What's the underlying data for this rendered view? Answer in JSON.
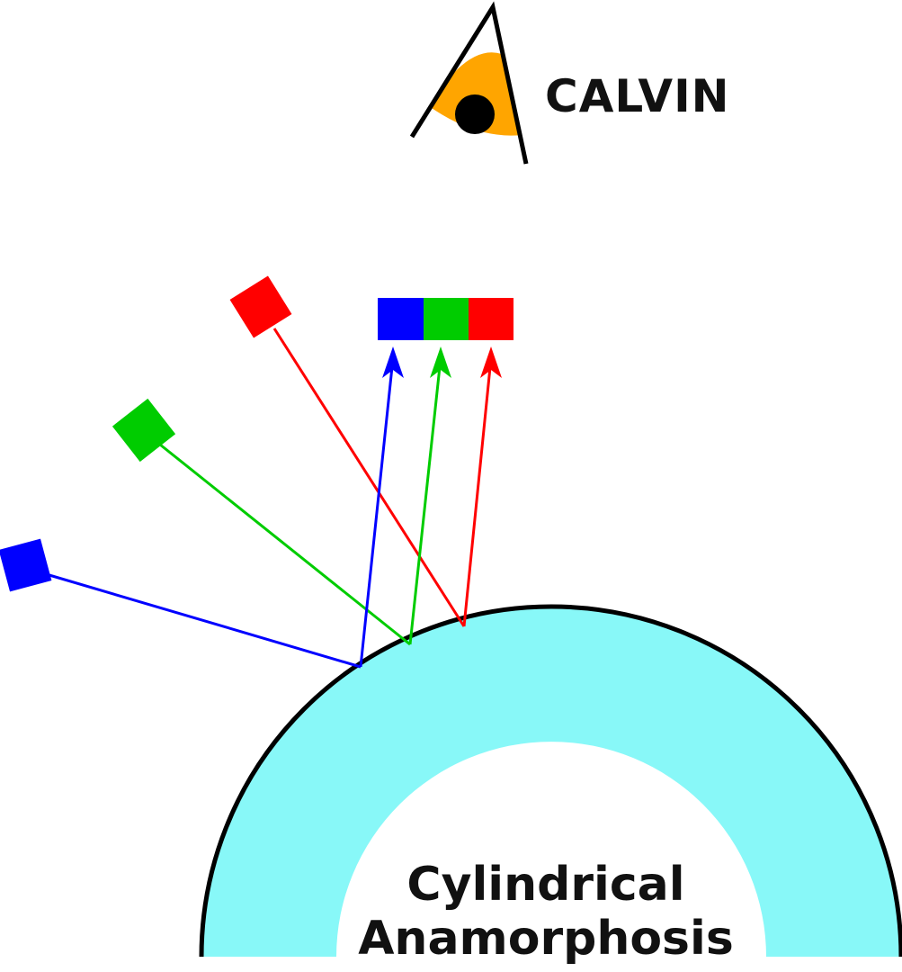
{
  "viewer": {
    "label": "CALVIN",
    "icon": "eye-icon",
    "eye_color": "#ffa500",
    "pupil_color": "#000000"
  },
  "cylinder": {
    "title_line1": "Cylindrical",
    "title_line2": "Anamorphosis",
    "fill_color": "#88f8f8",
    "outline_color": "#000000"
  },
  "image_strip": {
    "segments": [
      {
        "name": "blue",
        "color": "#0000ff"
      },
      {
        "name": "green",
        "color": "#00cc00"
      },
      {
        "name": "red",
        "color": "#ff0000"
      }
    ]
  },
  "sources": [
    {
      "name": "red",
      "color": "#ff0000"
    },
    {
      "name": "green",
      "color": "#00cc00"
    },
    {
      "name": "blue",
      "color": "#0000ff"
    }
  ],
  "rays": [
    {
      "name": "blue",
      "color": "#0000ff"
    },
    {
      "name": "green",
      "color": "#00cc00"
    },
    {
      "name": "red",
      "color": "#ff0000"
    }
  ]
}
